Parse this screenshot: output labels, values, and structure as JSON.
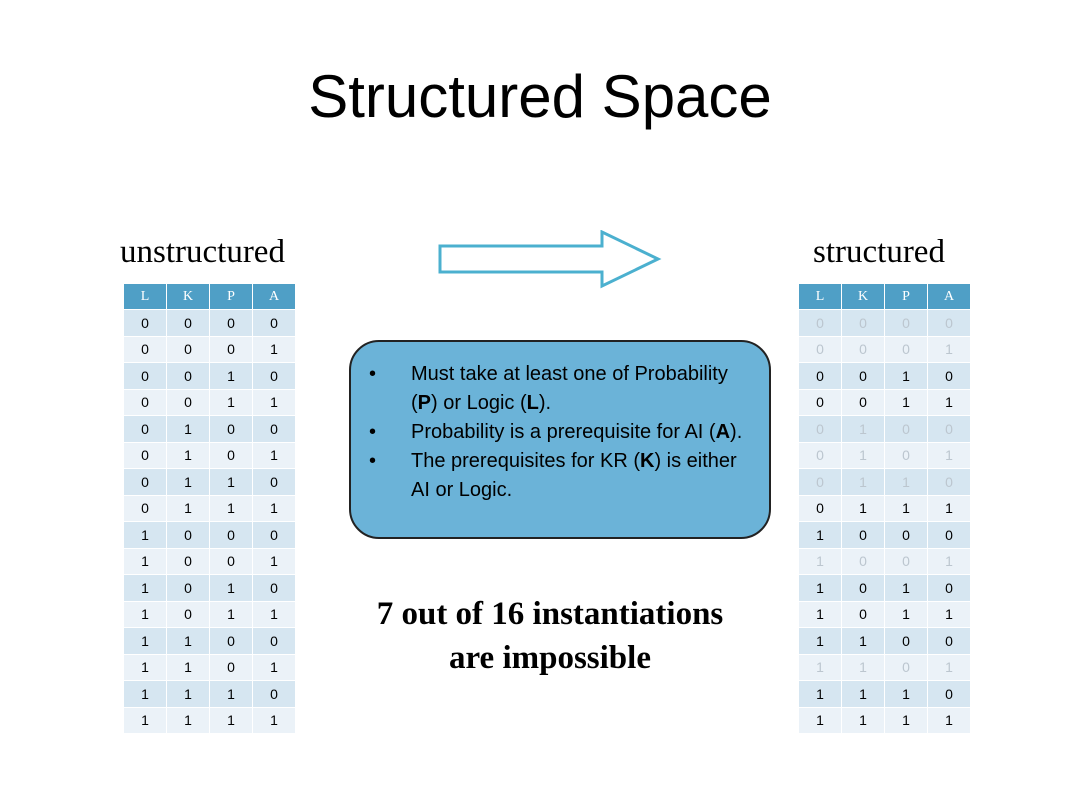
{
  "title": "Structured Space",
  "left": {
    "heading": "unstructured",
    "columns": [
      "L",
      "K",
      "P",
      "A"
    ],
    "rows": [
      [
        "0",
        "0",
        "0",
        "0"
      ],
      [
        "0",
        "0",
        "0",
        "1"
      ],
      [
        "0",
        "0",
        "1",
        "0"
      ],
      [
        "0",
        "0",
        "1",
        "1"
      ],
      [
        "0",
        "1",
        "0",
        "0"
      ],
      [
        "0",
        "1",
        "0",
        "1"
      ],
      [
        "0",
        "1",
        "1",
        "0"
      ],
      [
        "0",
        "1",
        "1",
        "1"
      ],
      [
        "1",
        "0",
        "0",
        "0"
      ],
      [
        "1",
        "0",
        "0",
        "1"
      ],
      [
        "1",
        "0",
        "1",
        "0"
      ],
      [
        "1",
        "0",
        "1",
        "1"
      ],
      [
        "1",
        "1",
        "0",
        "0"
      ],
      [
        "1",
        "1",
        "0",
        "1"
      ],
      [
        "1",
        "1",
        "1",
        "0"
      ],
      [
        "1",
        "1",
        "1",
        "1"
      ]
    ]
  },
  "right": {
    "heading": "structured",
    "columns": [
      "L",
      "K",
      "P",
      "A"
    ],
    "rows": [
      [
        "0",
        "0",
        "0",
        "0"
      ],
      [
        "0",
        "0",
        "0",
        "1"
      ],
      [
        "0",
        "0",
        "1",
        "0"
      ],
      [
        "0",
        "0",
        "1",
        "1"
      ],
      [
        "0",
        "1",
        "0",
        "0"
      ],
      [
        "0",
        "1",
        "0",
        "1"
      ],
      [
        "0",
        "1",
        "1",
        "0"
      ],
      [
        "0",
        "1",
        "1",
        "1"
      ],
      [
        "1",
        "0",
        "0",
        "0"
      ],
      [
        "1",
        "0",
        "0",
        "1"
      ],
      [
        "1",
        "0",
        "1",
        "0"
      ],
      [
        "1",
        "0",
        "1",
        "1"
      ],
      [
        "1",
        "1",
        "0",
        "0"
      ],
      [
        "1",
        "1",
        "0",
        "1"
      ],
      [
        "1",
        "1",
        "1",
        "0"
      ],
      [
        "1",
        "1",
        "1",
        "1"
      ]
    ],
    "impossible_rows": [
      0,
      1,
      4,
      5,
      6,
      9,
      13
    ]
  },
  "constraints": {
    "bullet_glyph": "•",
    "items": [
      [
        {
          "t": "Must take at least one of Probability ("
        },
        {
          "t": "P",
          "b": true
        },
        {
          "t": ") or Logic ("
        },
        {
          "t": "L",
          "b": true
        },
        {
          "t": ")."
        }
      ],
      [
        {
          "t": "Probability is a prerequisite for AI ("
        },
        {
          "t": "A",
          "b": true
        },
        {
          "t": ")."
        }
      ],
      [
        {
          "t": "The prerequisites for KR ("
        },
        {
          "t": "K",
          "b": true
        },
        {
          "t": ") is either AI or Logic."
        }
      ]
    ]
  },
  "conclusion": {
    "line1": "7 out of 16 instantiations",
    "line2": "are impossible"
  },
  "colors": {
    "header_bg": "#4f9fc6",
    "row_dark": "#d6e6f1",
    "row_light": "#ebf2f8",
    "impossible_text": "#bcc6cf",
    "box_fill": "#6bb3d8",
    "arrow_stroke": "#4bb0cf"
  }
}
